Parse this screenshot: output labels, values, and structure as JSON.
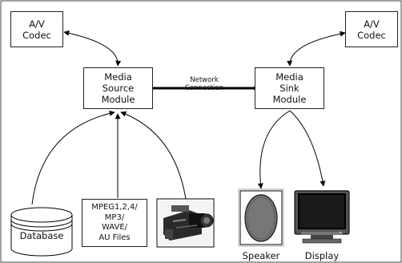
{
  "codec_left": {
    "line1": "A/V",
    "line2": "Codec"
  },
  "codec_right": {
    "line1": "A/V",
    "line2": "Codec"
  },
  "source_module": {
    "line1": "Media",
    "line2": "Source",
    "line3": "Module"
  },
  "sink_module": {
    "line1": "Media",
    "line2": "Sink",
    "line3": "Module"
  },
  "network_connection": {
    "line1": "Network",
    "line2": "Connection"
  },
  "database": {
    "label": "Database"
  },
  "media_files": {
    "line1": "MPEG1,2,4/",
    "line2": "MP3/",
    "line3": "WAVE/",
    "line4": "AU Files"
  },
  "camera": {
    "icon": "video-camera-icon"
  },
  "speaker": {
    "label": "Speaker",
    "icon": "speaker-icon"
  },
  "display": {
    "label": "Display",
    "icon": "monitor-icon"
  }
}
